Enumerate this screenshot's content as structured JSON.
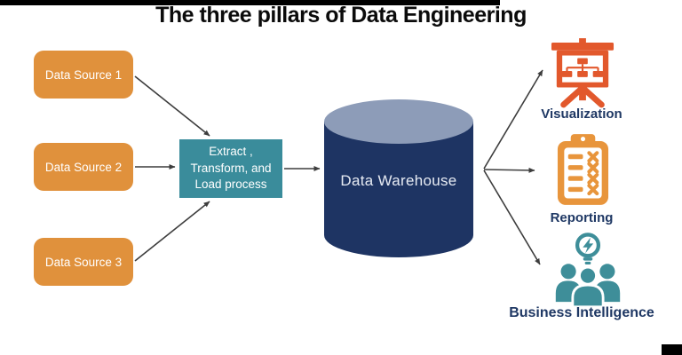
{
  "title": "The three pillars of Data Engineering",
  "sources": [
    {
      "label": "Data Source 1"
    },
    {
      "label": "Data Source 2"
    },
    {
      "label": "Data Source 3"
    }
  ],
  "etl": {
    "label": "Extract ,\nTransform, and\nLoad process"
  },
  "warehouse": {
    "label": "Data Warehouse"
  },
  "outputs": [
    {
      "label": "Visualization",
      "icon": "presentation-org-chart-icon"
    },
    {
      "label": "Reporting",
      "icon": "clipboard-checklist-icon"
    },
    {
      "label": "Business Intelligence",
      "icon": "team-idea-bulb-icon"
    }
  ],
  "colors": {
    "source_box": "#E0913C",
    "etl_box": "#3A8C9B",
    "warehouse_body": "#1E3463",
    "warehouse_top": "#8D9CB8",
    "visualization_icon": "#E2582C",
    "reporting_icon": "#E8953C",
    "bi_icon": "#3E8E99",
    "label_text": "#1F3864",
    "arrow": "#3D3D3D"
  }
}
